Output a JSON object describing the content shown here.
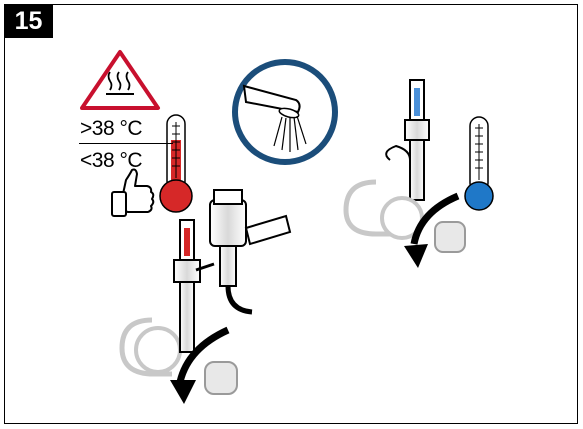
{
  "step": {
    "number": "15"
  },
  "temperature": {
    "above": ">38 °C",
    "below": "<38 °C"
  },
  "icons": {
    "warning": "hot-surface-warning-icon",
    "shower": "shower-spray-icon",
    "thumbs_up": "thumbs-up-icon",
    "hot_thermometer": "thermometer-hot-icon",
    "cold_thermometer": "thermometer-cold-icon"
  },
  "colors": {
    "hot": "#d62828",
    "cold": "#1f78c8",
    "warning_border": "#c8102e",
    "shower_ring": "#1b4d7a"
  }
}
